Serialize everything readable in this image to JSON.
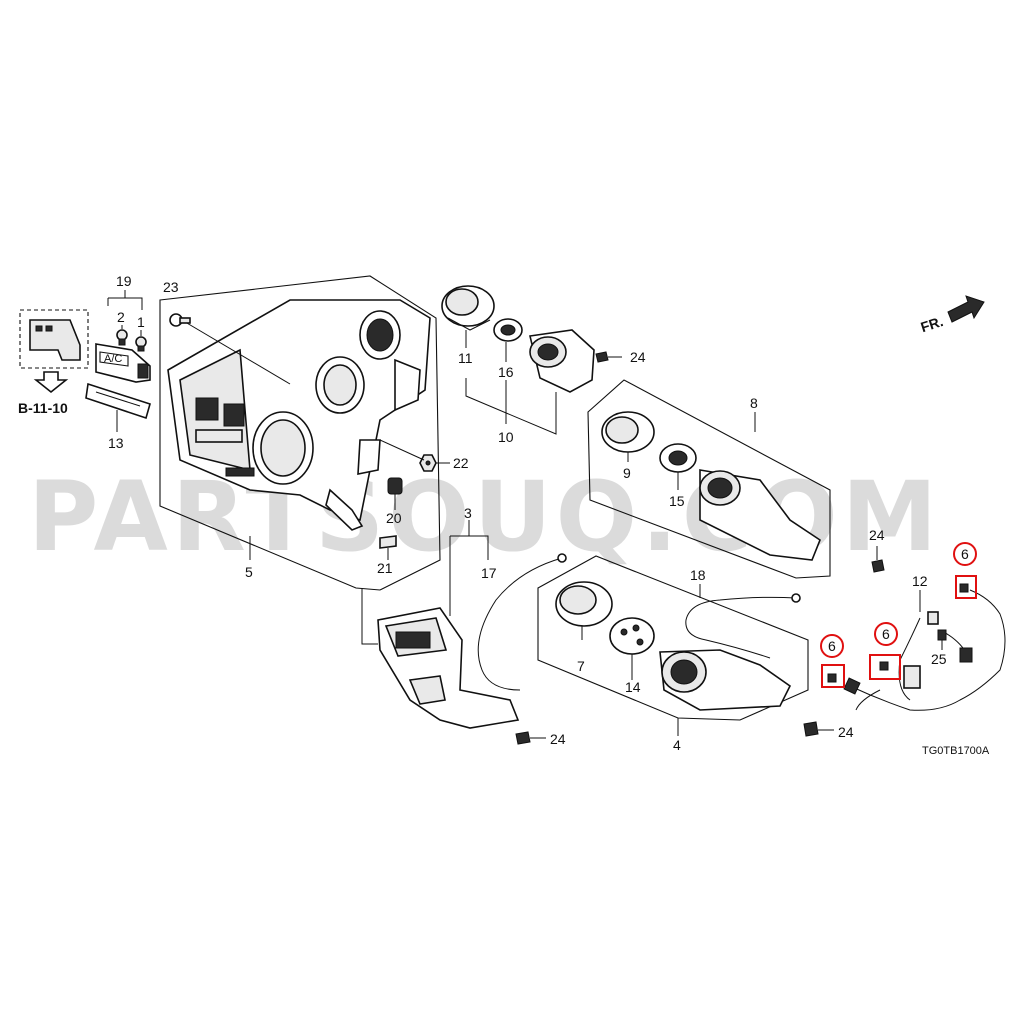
{
  "diagram_code": "TG0TB1700A",
  "direction_label": "FR.",
  "reference_label": "B-11-10",
  "watermark": "PARTSOUQ.COM",
  "highlight_color": "#e01010",
  "callouts": {
    "p1": "1",
    "p2": "2",
    "p3": "3",
    "p4": "4",
    "p5": "5",
    "p6a": "6",
    "p6b": "6",
    "p6c": "6",
    "p7": "7",
    "p8": "8",
    "p9": "9",
    "p10": "10",
    "p11": "11",
    "p12": "12",
    "p13": "13",
    "p14": "14",
    "p15": "15",
    "p16": "16",
    "p17": "17",
    "p18": "18",
    "p19": "19",
    "p20": "20",
    "p21": "21",
    "p22": "22",
    "p23": "23",
    "p24a": "24",
    "p24b": "24",
    "p24c": "24",
    "p24d": "24",
    "p25": "25"
  }
}
